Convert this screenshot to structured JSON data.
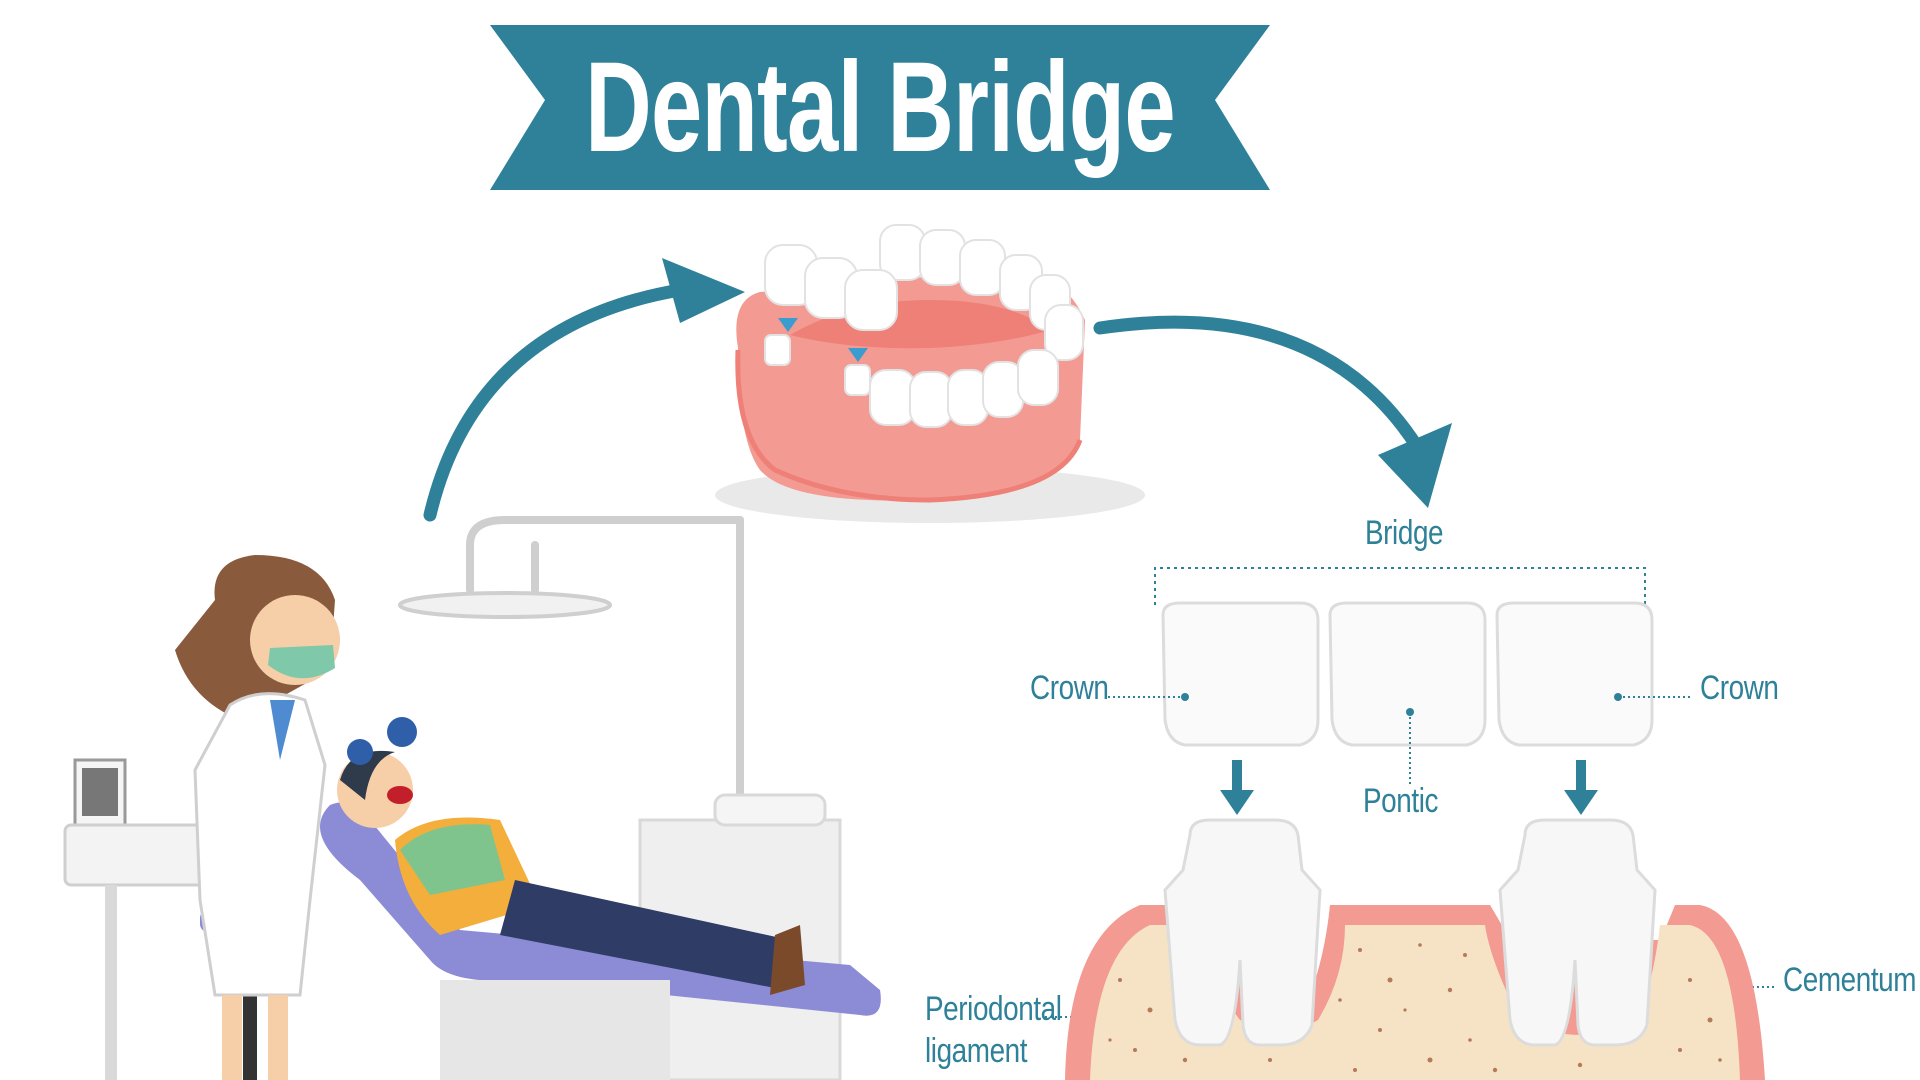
{
  "title": "Dental Bridge",
  "colors": {
    "accent": "#2e8199",
    "gum": "#f39a92",
    "gum_dark": "#ee8077",
    "bone": "#f6e3c5",
    "bone_speck": "#b47a5a",
    "tooth": "#fafafa",
    "tooth_shade": "#e2e2e2",
    "chair": "#8c8bd6",
    "coat": "#ffffff",
    "hair": "#8a5a3c",
    "mask": "#7fc8a9",
    "patient_shirt": "#f3ae3c",
    "patient_bib": "#7fc48c",
    "patient_pants": "#2f3d66"
  },
  "labels": {
    "bridge": "Bridge",
    "crown_left": "Crown",
    "crown_right": "Crown",
    "pontic": "Pontic",
    "cementum": "Cementum",
    "periodontal_line1": "Periodontal",
    "periodontal_line2": "ligament"
  },
  "icons": {
    "arrow_left": "curved-arrow-icon",
    "arrow_right": "curved-arrow-icon",
    "down_arrows": "down-arrow-icon"
  }
}
